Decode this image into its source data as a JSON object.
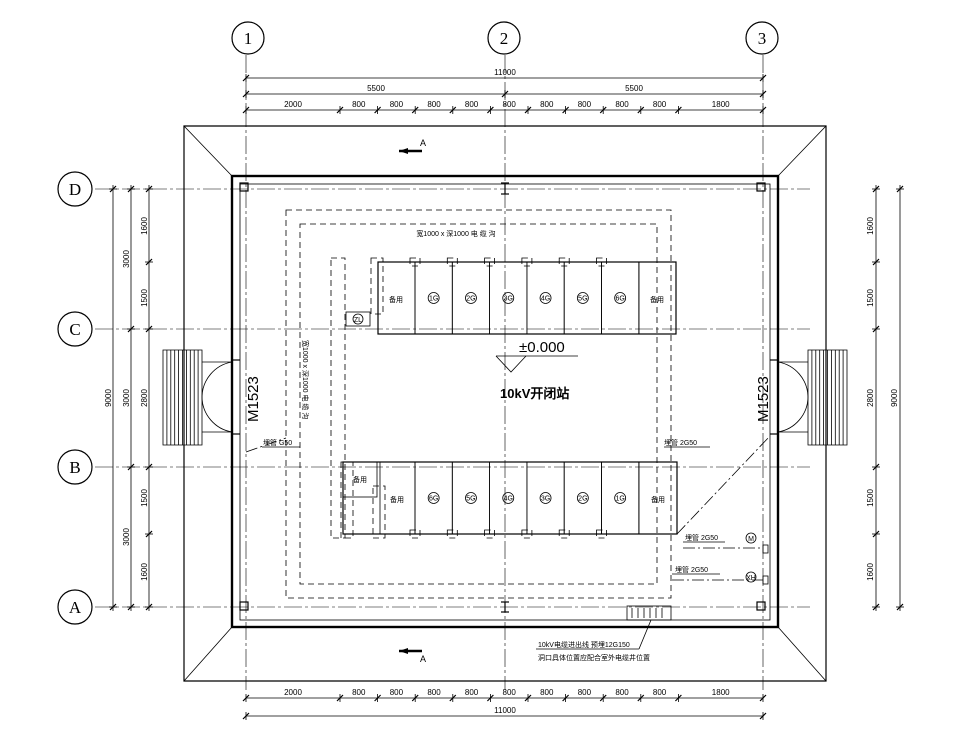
{
  "axes": {
    "columns": [
      "1",
      "2",
      "3"
    ],
    "rows": [
      "D",
      "C",
      "B",
      "A"
    ]
  },
  "dimensions": {
    "total_width": "11000",
    "half_widths": [
      "5500",
      "5500"
    ],
    "top_segments": [
      "2000",
      "800",
      "800",
      "800",
      "800",
      "800",
      "800",
      "800",
      "800",
      "800",
      "1800"
    ],
    "bottom_segments": [
      "2000",
      "800",
      "800",
      "800",
      "800",
      "800",
      "800",
      "800",
      "800",
      "800",
      "1800"
    ],
    "bottom_total": "11000",
    "left_outer": "9000",
    "left_mid": [
      "3000",
      "3000",
      "3000"
    ],
    "left_inner": [
      "1600",
      "1500",
      "2800",
      "1500",
      "1600"
    ],
    "right_inner": [
      "1600",
      "1500",
      "2800",
      "1500",
      "1600"
    ],
    "right_outer": "9000"
  },
  "labels": {
    "section_mark": "A",
    "cable_trench_top": "宽1000 x 深1000  电  缆  沟",
    "cable_trench_left": "宽1000 x 深1000  电  缆  沟",
    "elevation": "±0.000",
    "station_name": "10kV开闭站",
    "door_left": "M1523",
    "door_right": "M1523",
    "pipe_left": "埋管 G50",
    "pipe_right_top": "埋管 2G50",
    "pipe_right_mid": "埋管 2G50",
    "pipe_right_low": "埋管 2G50",
    "symbol_m": "M",
    "symbol_xh": "XH",
    "symbol_zl": "ZL",
    "spare": "备用",
    "cable_note_1": "10kV电缆进出线  预埋12G150",
    "cable_note_2": "洞口具体位置应配合室外电缆井位置"
  },
  "cabinets_top": [
    "1G",
    "2G",
    "3G",
    "4G",
    "5G",
    "6G"
  ],
  "cabinets_bottom": [
    "6G",
    "5G",
    "4G",
    "3G",
    "2G",
    "1G"
  ]
}
